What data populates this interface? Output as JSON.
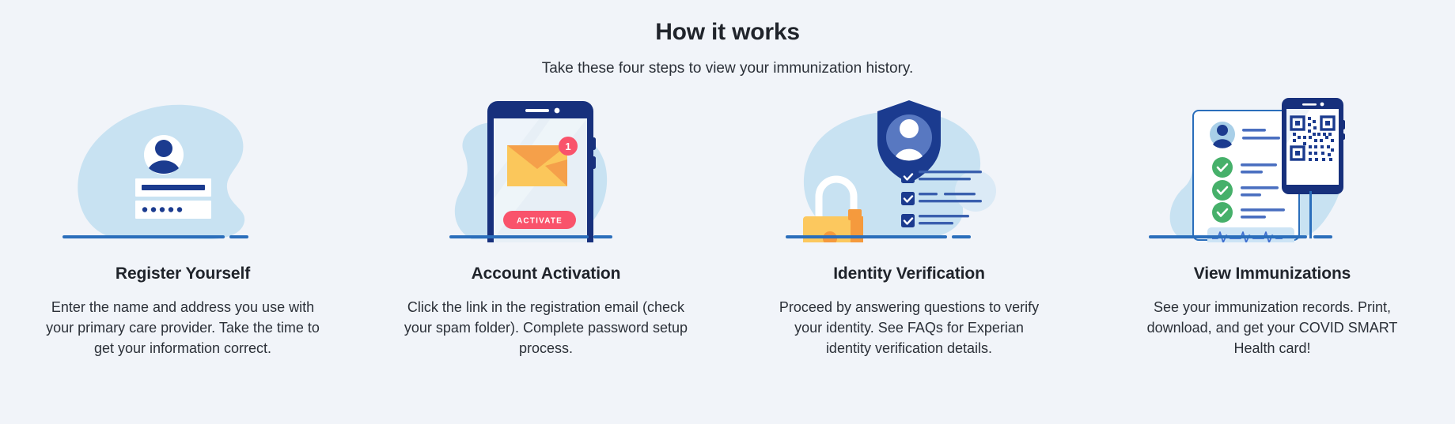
{
  "header": {
    "title": "How it works",
    "subtitle": "Take these four steps to view your immunization history."
  },
  "colors": {
    "page_background": "#f1f4f9",
    "blob_light_blue": "#c8e2f2",
    "deep_navy": "#1b3b8f",
    "navy_dark": "#17307c",
    "accent_blue": "#2a6ebb",
    "envelope_yellow": "#fbc75b",
    "envelope_orange": "#f5a04a",
    "activate_red": "#f9536b",
    "lock_yellow": "#fcc85e",
    "lock_orange": "#f59a3d",
    "check_green": "#46b06a",
    "text_dark": "#20242b",
    "white": "#ffffff"
  },
  "steps": [
    {
      "id": "register-yourself",
      "icon": "login-form-illustration",
      "title": "Register Yourself",
      "description": "Enter the name and address you use with your primary care provider. Take the time to get your information correct.",
      "art_elements": {
        "avatar": "person-avatar-icon",
        "username_field": "username-input-bar",
        "password_field": "password-dots",
        "password_dot_count": 5
      }
    },
    {
      "id": "account-activation",
      "icon": "phone-email-illustration",
      "title": "Account Activation",
      "description": "Click the link in the registration email (check your spam folder). Complete password setup process.",
      "art_elements": {
        "envelope": "envelope-icon",
        "badge_count": "1",
        "button_label": "ACTIVATE"
      }
    },
    {
      "id": "identity-verification",
      "icon": "shield-lock-checklist-illustration",
      "title": "Identity Verification",
      "description": "Proceed by answering questions to verify your identity. See FAQs for Experian identity verification details.",
      "art_elements": {
        "shield": "shield-person-icon",
        "padlock": "padlock-icon",
        "checkbox_count": 3
      }
    },
    {
      "id": "view-immunizations",
      "icon": "record-card-qr-illustration",
      "title": "View Immunizations",
      "description": "See your immunization records. Print, download, and get your COVID SMART Health card!",
      "art_elements": {
        "card": "immunization-record-card",
        "avatar": "person-avatar-icon",
        "qr_code": "qr-code-icon",
        "checkmark_count": 3,
        "ekg": "heartbeat-line"
      }
    }
  ]
}
